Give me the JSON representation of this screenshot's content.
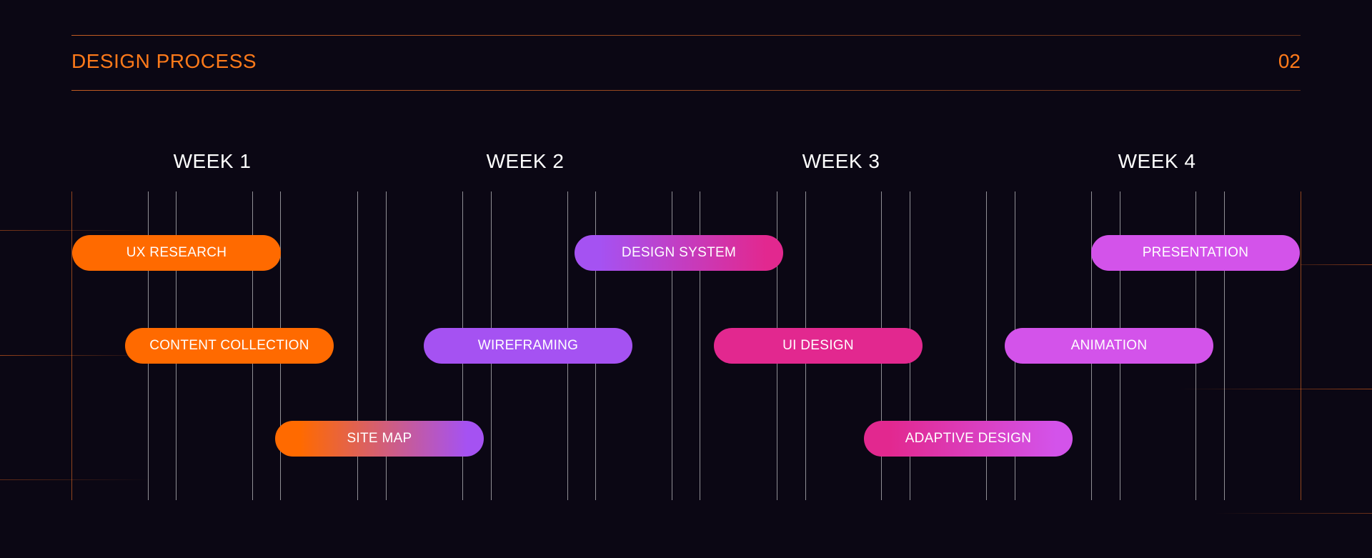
{
  "header": {
    "title": "DESIGN PROCESS",
    "page_number": "02"
  },
  "colors": {
    "background": "#0b0714",
    "accent": "#ff7a1a",
    "orange": "#ff6a00",
    "purple": "#a552f2",
    "magenta": "#e2288f",
    "orchid": "#d353ea"
  },
  "weeks": [
    "WEEK 1",
    "WEEK 2",
    "WEEK 3",
    "WEEK 4"
  ],
  "tasks": [
    {
      "label": "UX RESEARCH",
      "color": "#ff6a00"
    },
    {
      "label": "CONTENT COLLECTION",
      "color": "#ff6a00"
    },
    {
      "label": "SITE MAP",
      "color_from": "#ff6a00",
      "color_to": "#a552f2"
    },
    {
      "label": "WIREFRAMING",
      "color": "#a552f2"
    },
    {
      "label": "DESIGN SYSTEM",
      "color_from": "#a552f2",
      "color_to": "#e2288f"
    },
    {
      "label": "UI DESIGN",
      "color": "#e2288f"
    },
    {
      "label": "ADAPTIVE DESIGN",
      "color_from": "#e2288f",
      "color_to": "#d353ea"
    },
    {
      "label": "ANIMATION",
      "color": "#d353ea"
    },
    {
      "label": "PRESENTATION",
      "color": "#d353ea"
    }
  ]
}
